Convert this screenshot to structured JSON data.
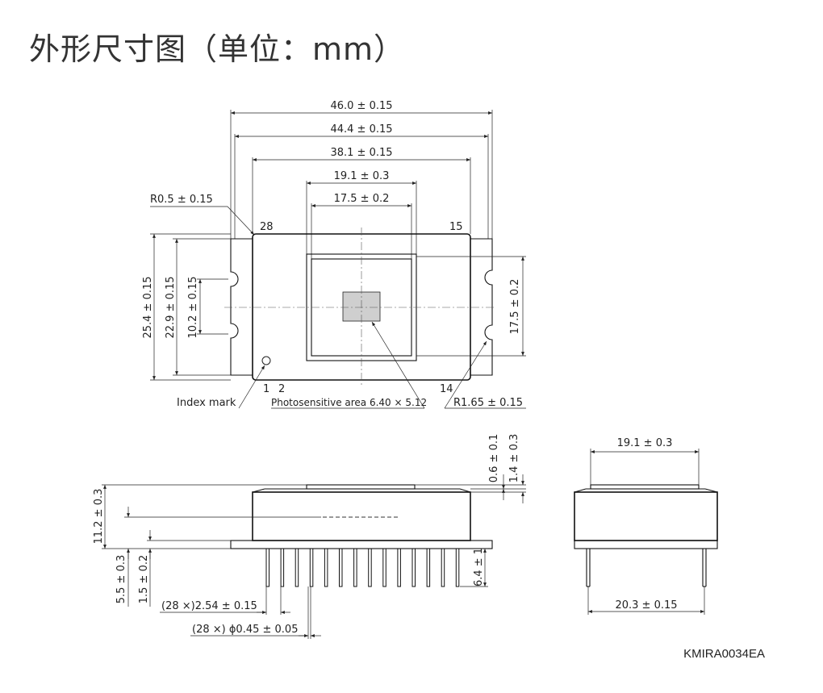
{
  "title": "外形尺寸图（单位：mm）",
  "part_code": "KMIRA0034EA",
  "top_view": {
    "dim_overall_width": "46.0 ± 0.15",
    "dim_pin_width": "44.4 ± 0.15",
    "dim_body_width": "38.1 ± 0.15",
    "dim_window_width": "19.1 ± 0.3",
    "dim_window_inner_width": "17.5 ± 0.2",
    "dim_corner_radius": "R0.5 ± 0.15",
    "dim_overall_height": "25.4 ± 0.15",
    "dim_body_height": "22.9 ± 0.15",
    "dim_notch_pitch": "10.2 ± 0.15",
    "dim_window_height": "17.5 ± 0.2",
    "dim_notch_radius": "R1.65 ± 0.15",
    "pin_28": "28",
    "pin_15": "15",
    "pin_1": "1",
    "pin_2": "2",
    "pin_14": "14",
    "index_mark": "Index mark",
    "photosensitive_area": "Photosensitive area 6.40 × 5.12"
  },
  "side_view": {
    "dim_height": "11.2 ± 0.3",
    "dim_chip_level": "5.5 ± 0.3",
    "dim_flange": "1.5 ± 0.2",
    "dim_window_t1": "0.6 ± 0.1",
    "dim_window_t2": "1.4 ± 0.3",
    "dim_lead_length": "6.4 ± 1",
    "dim_pin_pitch": "(28 ×)2.54 ± 0.15",
    "dim_pin_diameter": "(28 ×) ϕ0.45 ± 0.05"
  },
  "end_view": {
    "dim_window_width": "19.1 ± 0.3",
    "dim_row_spacing": "20.3 ± 0.15"
  }
}
